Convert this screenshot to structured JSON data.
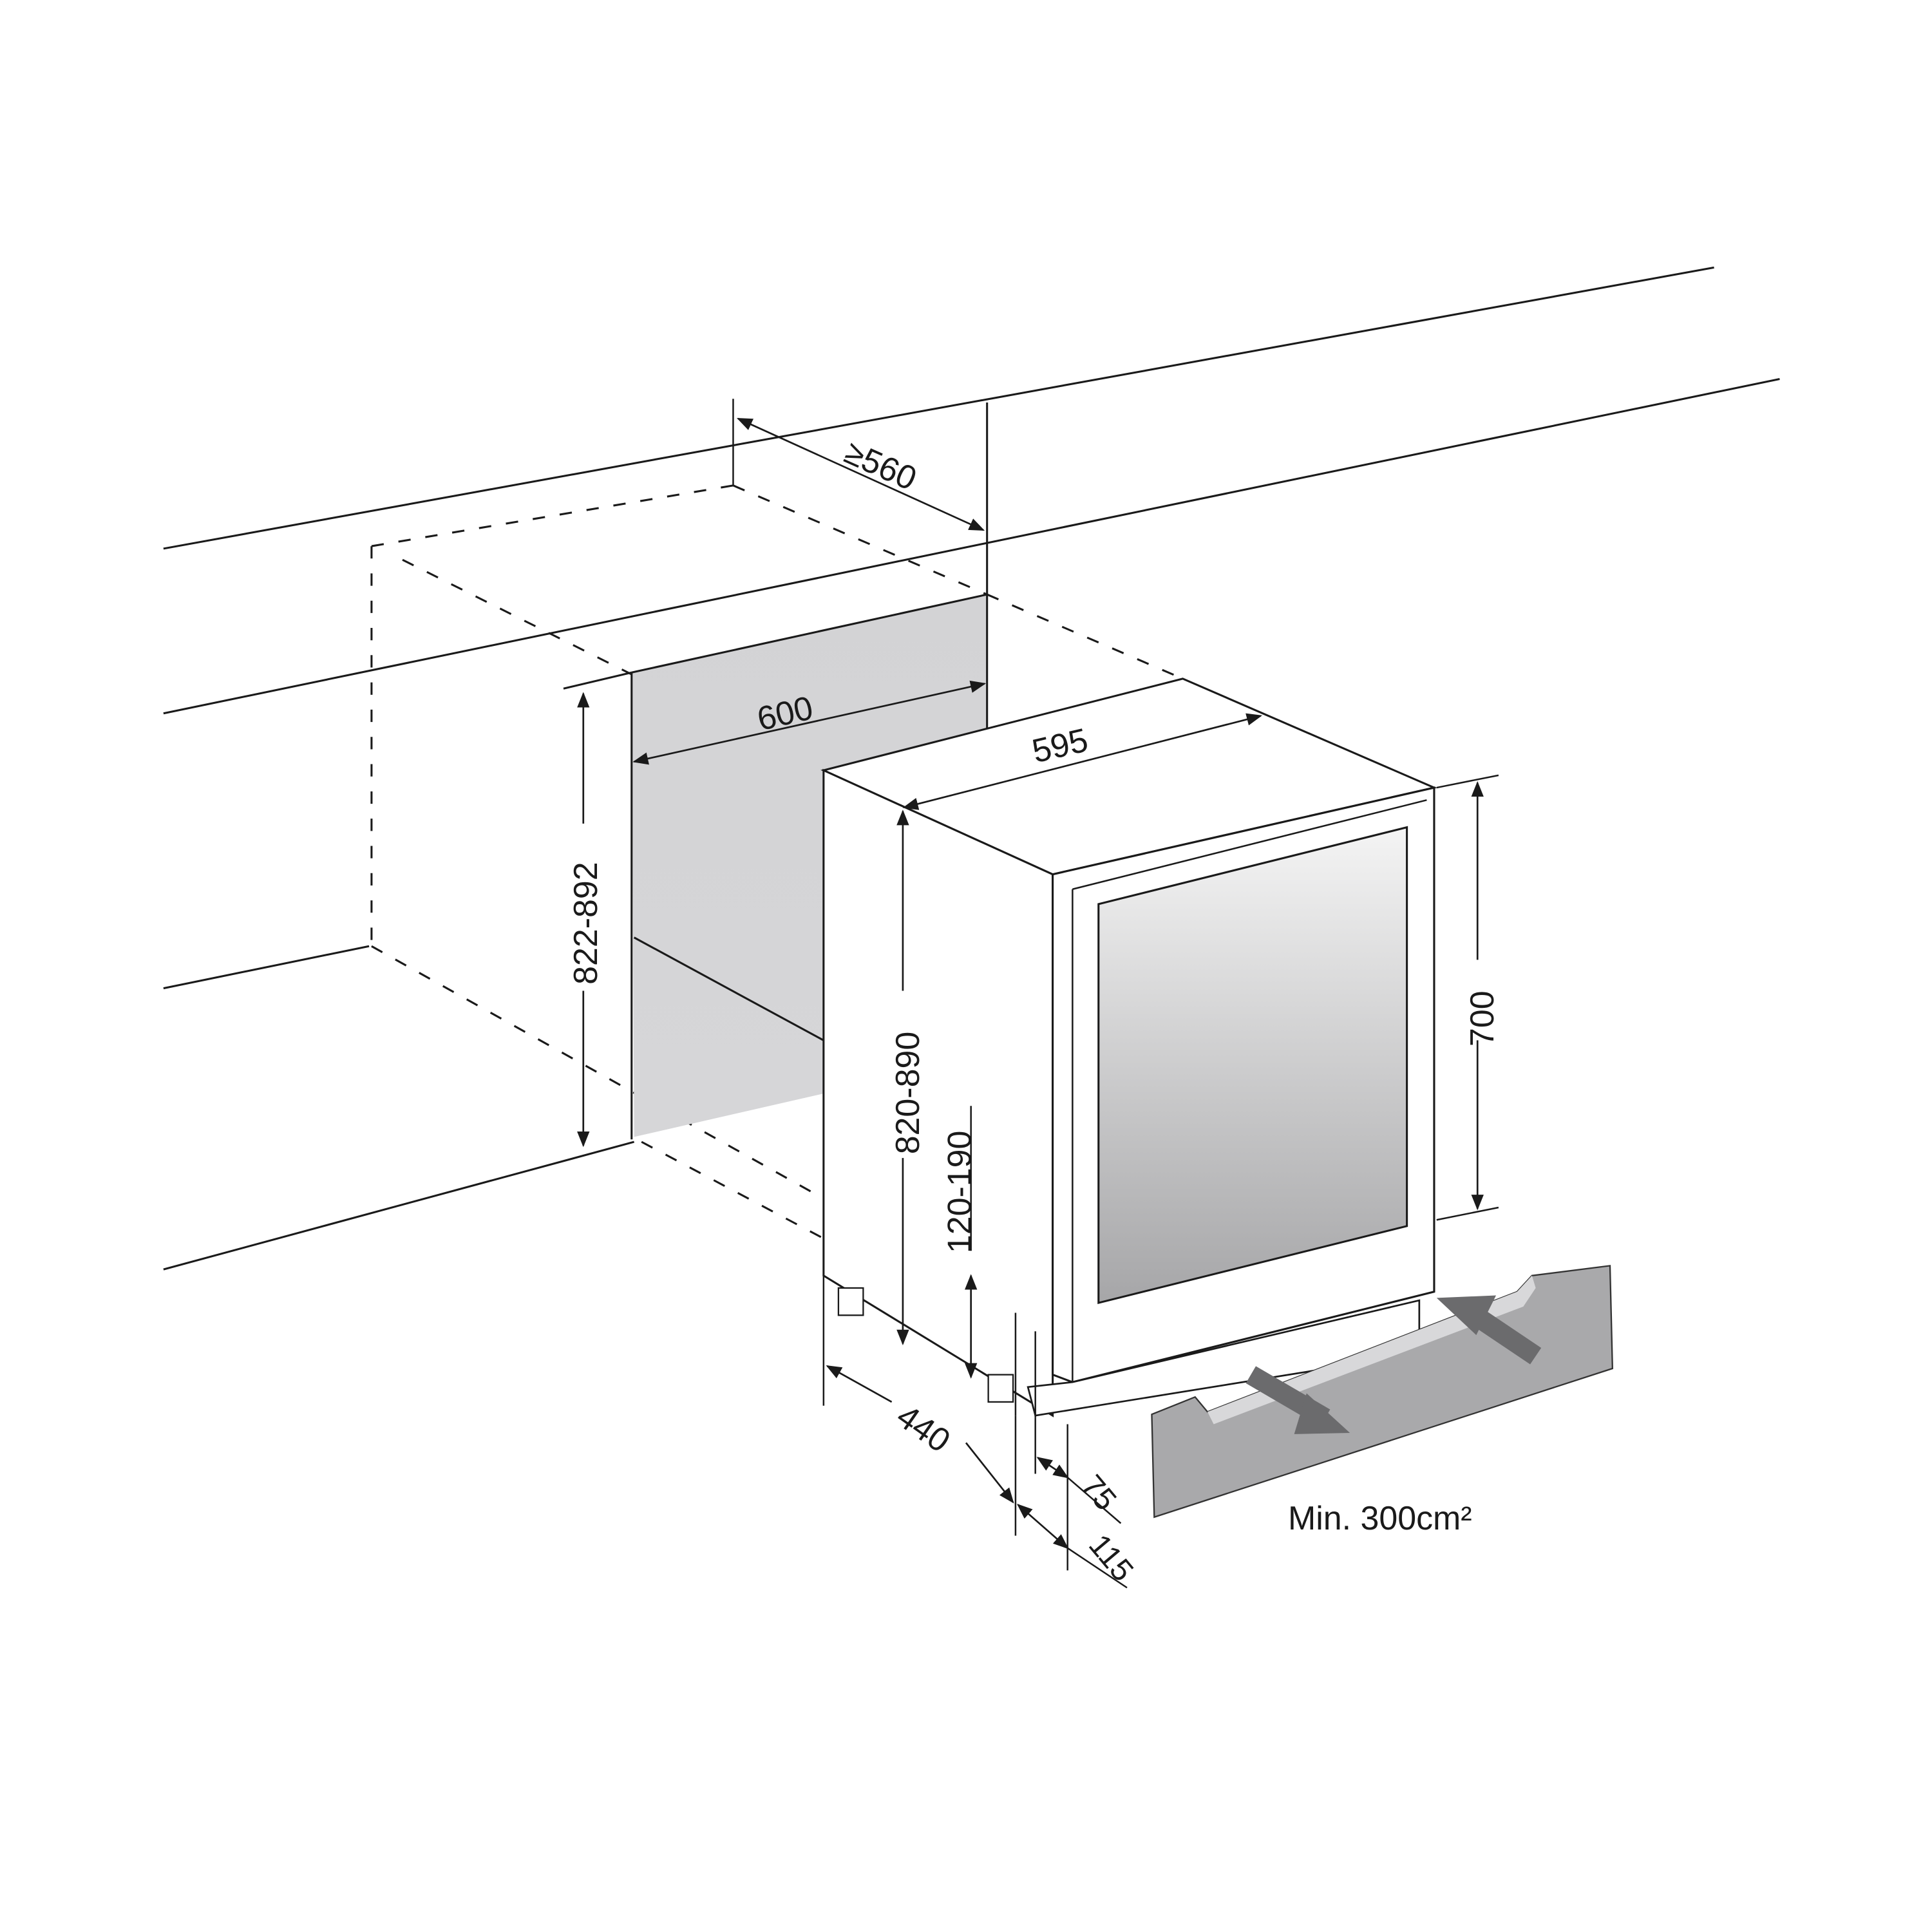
{
  "diagram": {
    "type": "installation-dimension-drawing",
    "subject": "built-under appliance in kitchen niche",
    "units": "mm",
    "dimensions": {
      "niche_depth": "≥560",
      "niche_width": "600",
      "niche_height": "822-892",
      "appliance_width": "595",
      "appliance_height": "820-890",
      "plinth_height": "120-190",
      "door_height": "700",
      "appliance_depth": "440",
      "door_offset": "75",
      "plinth_offset": "115"
    },
    "ventilation_note": "Min. 300cm²",
    "colors": {
      "line": "#1a1a1a",
      "niche_fill": "#d2d2d4",
      "vent_panel": "#a9a9ab",
      "vent_arrow": "#6b6b6d",
      "glass_top": "#f2f2f2",
      "glass_bottom": "#a8a8aa"
    }
  }
}
